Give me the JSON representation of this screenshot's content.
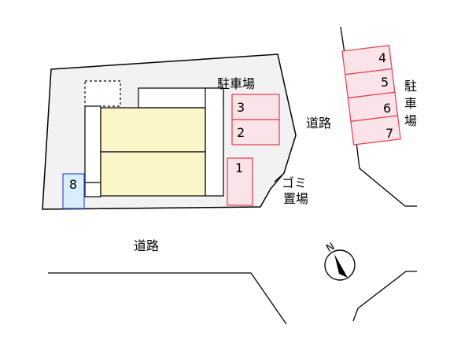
{
  "labels": {
    "road_upper": "道路",
    "road_lower": "道路",
    "parking_main": "駐車場",
    "parking_side": [
      "駐",
      "車",
      "場"
    ],
    "garbage_line1": "ゴミ",
    "garbage_line2": "置場",
    "compass_n": "N"
  },
  "parking_main_spaces": [
    "3",
    "2",
    "1"
  ],
  "parking_side_spaces": [
    "4",
    "5",
    "6",
    "7"
  ],
  "bike_space": "8",
  "colors": {
    "lot_fill": "#f2f2f2",
    "building_fill": "#fbf6c8",
    "parking_stroke": "#e8394a",
    "parking_fill": "#fbe3ea",
    "bike_stroke": "#3a4fcf",
    "bike_fill": "#d9eef8",
    "line": "#000000"
  }
}
